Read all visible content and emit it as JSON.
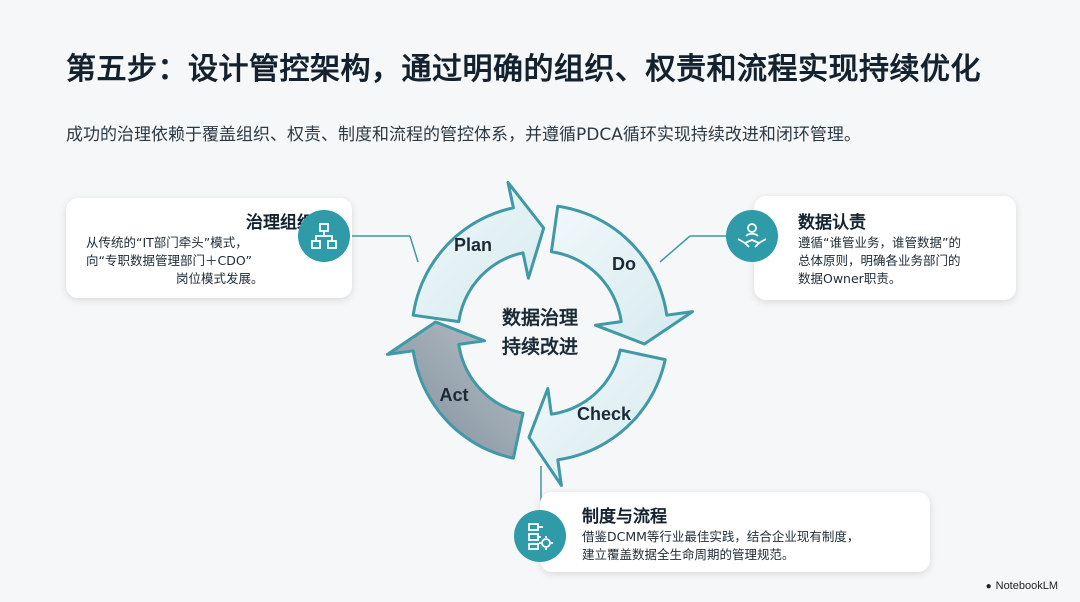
{
  "title": "第五步：设计管控架构，通过明确的组织、权责和流程实现持续优化",
  "subtitle": "成功的治理依赖于覆盖组织、权责、制度和流程的管控体系，并遵循PDCA循环实现持续改进和闭环管理。",
  "cycle": {
    "center_line1": "数据治理",
    "center_line2": "持续改进",
    "plan": "Plan",
    "do": "Do",
    "check": "Check",
    "act": "Act"
  },
  "cards": {
    "org": {
      "title": "治理组织",
      "lines": [
        "从传统的“IT部门牵头”模式，",
        "向“专职数据管理部门＋CDO”",
        "岗位模式发展。"
      ],
      "icon": "org-chart-icon"
    },
    "resp": {
      "title": "数据认责",
      "lines": [
        "遵循“谁管业务，谁管数据”的",
        "总体原则，明确各业务部门的",
        "数据Owner职责。"
      ],
      "icon": "handshake-icon"
    },
    "process": {
      "title": "制度与流程",
      "lines": [
        "借鉴DCMM等行业最佳实践，结合企业现有制度，",
        "建立覆盖数据全生命周期的管理规范。"
      ],
      "icon": "process-gear-icon"
    }
  },
  "brand": "NotebookLM",
  "colors": {
    "teal": "#2f9aa8",
    "arrow_light": "#e3f1f4",
    "arrow_gray": "#8c99a5",
    "outline": "#3f99a6"
  }
}
